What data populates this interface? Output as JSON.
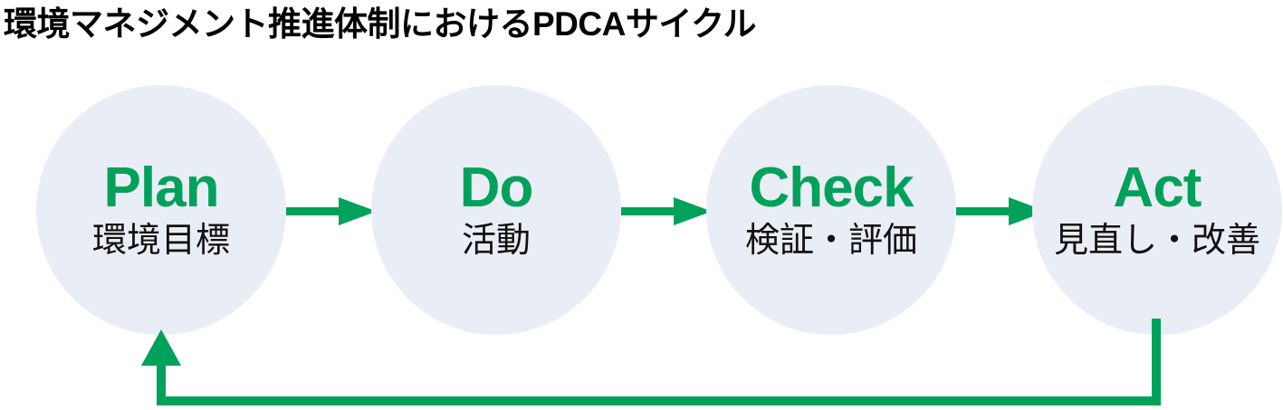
{
  "title": "環境マネジメント推進体制におけるPDCAサイクル",
  "colors": {
    "accent_green": "#00a15a",
    "circle_fill": "#e9edf5",
    "text_black": "#111111",
    "background": "#ffffff"
  },
  "diagram": {
    "type": "cycle",
    "nodes": [
      {
        "id": "plan",
        "en": "Plan",
        "jp": "環境目標"
      },
      {
        "id": "do",
        "en": "Do",
        "jp": "活動"
      },
      {
        "id": "check",
        "en": "Check",
        "jp": "検証・評価"
      },
      {
        "id": "act",
        "en": "Act",
        "jp": "見直し・改善"
      }
    ],
    "connectors": [
      {
        "id": "plan-to-do",
        "from": "plan",
        "to": "do",
        "shape": "straight-arrow-right"
      },
      {
        "id": "do-to-check",
        "from": "do",
        "to": "check",
        "shape": "straight-arrow-right"
      },
      {
        "id": "check-to-act",
        "from": "check",
        "to": "act",
        "shape": "straight-arrow-right"
      },
      {
        "id": "act-to-plan",
        "from": "act",
        "to": "plan",
        "shape": "feedback-loop-arrow-up"
      }
    ]
  }
}
